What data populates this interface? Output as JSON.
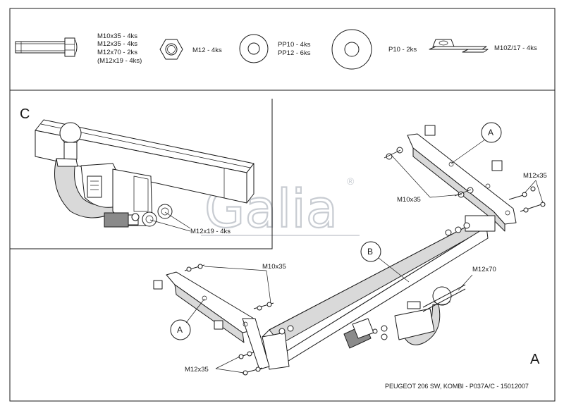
{
  "parts_list": {
    "bolts_text_1": "M10x35 - 4ks",
    "bolts_text_2": "M12x35 - 4ks",
    "bolts_text_3": "M12x70 - 2ks",
    "bolts_text_4": "(M12x19 - 4ks)",
    "nut": "M12 - 4ks",
    "washer_text_1": "PP10 - 4ks",
    "washer_text_2": "PP12 - 6ks",
    "large_washer": "P10 - 2ks",
    "clip_nut": "M10Z/17 - 4ks"
  },
  "detail_c": {
    "letter": "C",
    "bolt_label": "M12x19 - 4ks"
  },
  "main_view": {
    "letter": "A",
    "callout_a_top": "A",
    "callout_a_bottom": "A",
    "callout_b": "B",
    "label_m10x35_top": "M10x35",
    "label_m12x35_right": "M12x35",
    "label_m10x35_left": "M10x35",
    "label_m12x70": "M12x70",
    "label_m12x35_bottom": "M12x35"
  },
  "watermark": {
    "text": "Galia",
    "mark": "®"
  },
  "footer": "PEUGEOT 206 SW, KOMBI  - P037A/C - 15012007",
  "colors": {
    "line": "#1a1a1a",
    "watermark": "#c8ccd2",
    "background": "#ffffff"
  }
}
